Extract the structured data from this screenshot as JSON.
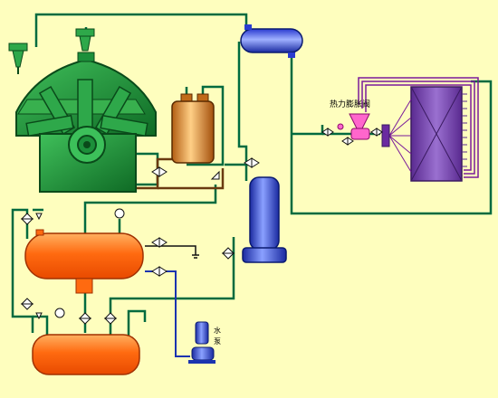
{
  "labels": {
    "expansion_valve": "热力膨胀阀",
    "pump_char_1": "水",
    "pump_char_2": "泵"
  },
  "colors": {
    "background": "#fefebe",
    "pipe_green": "#006b3f",
    "pipe_brown": "#6a3a10",
    "pipe_blue": "#1a33b0",
    "pipe_black": "#111111",
    "pipe_purple": "#7a1a9a",
    "compressor": "#1c8f3a",
    "separator": "#d9822e",
    "condenser": "#ff6a10",
    "receiver": "#ff6a10",
    "column": "#2a3bd0",
    "top_tank": "#2a3bd0",
    "evaporator": "#7a4ab0",
    "valve_pink": "#ff66cc"
  },
  "components": [
    {
      "name": "compressor",
      "icon": "radial-compressor"
    },
    {
      "name": "oil-separator",
      "icon": "tank"
    },
    {
      "name": "condenser",
      "icon": "horizontal-tank"
    },
    {
      "name": "receiver",
      "icon": "horizontal-tank"
    },
    {
      "name": "gas-liquid-separator",
      "icon": "horizontal-tank"
    },
    {
      "name": "liquid-column",
      "icon": "vertical-tank"
    },
    {
      "name": "evaporator",
      "icon": "coil-box"
    },
    {
      "name": "water-pump",
      "icon": "pump"
    },
    {
      "name": "expansion-valve",
      "icon": "valve"
    }
  ]
}
